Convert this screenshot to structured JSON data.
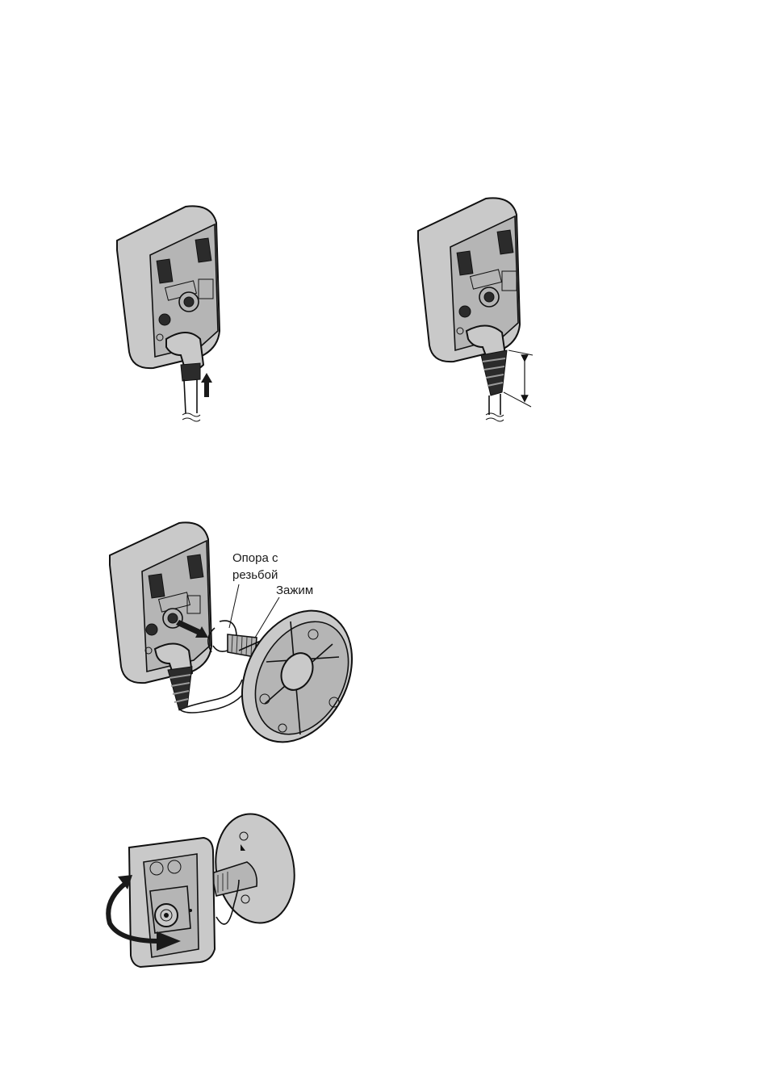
{
  "labels": {
    "support_line1": "Опора с",
    "support_line2": "резьбой",
    "clamp": "Зажим"
  },
  "colors": {
    "device_body": "#c9c9c9",
    "device_face": "#b5b5b5",
    "outline": "#111111",
    "arrow": "#1a1a1a"
  },
  "icons": [
    "arrow-up-icon",
    "dimension-arrow-icon",
    "arrow-right-icon",
    "rotate-arrow-icon"
  ]
}
